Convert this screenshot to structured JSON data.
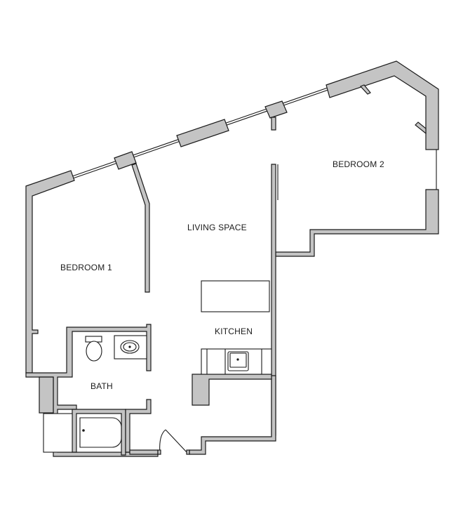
{
  "floorplan": {
    "rooms": [
      {
        "id": "bedroom-1",
        "label": "BEDROOM 1"
      },
      {
        "id": "bedroom-2",
        "label": "BEDROOM 2"
      },
      {
        "id": "living-space",
        "label": "LIVING SPACE"
      },
      {
        "id": "kitchen",
        "label": "KITCHEN"
      },
      {
        "id": "bath",
        "label": "BATH"
      }
    ],
    "colors": {
      "wall_fill": "#c4c4c4",
      "outline": "#1a1a1a",
      "background": "#ffffff"
    }
  }
}
